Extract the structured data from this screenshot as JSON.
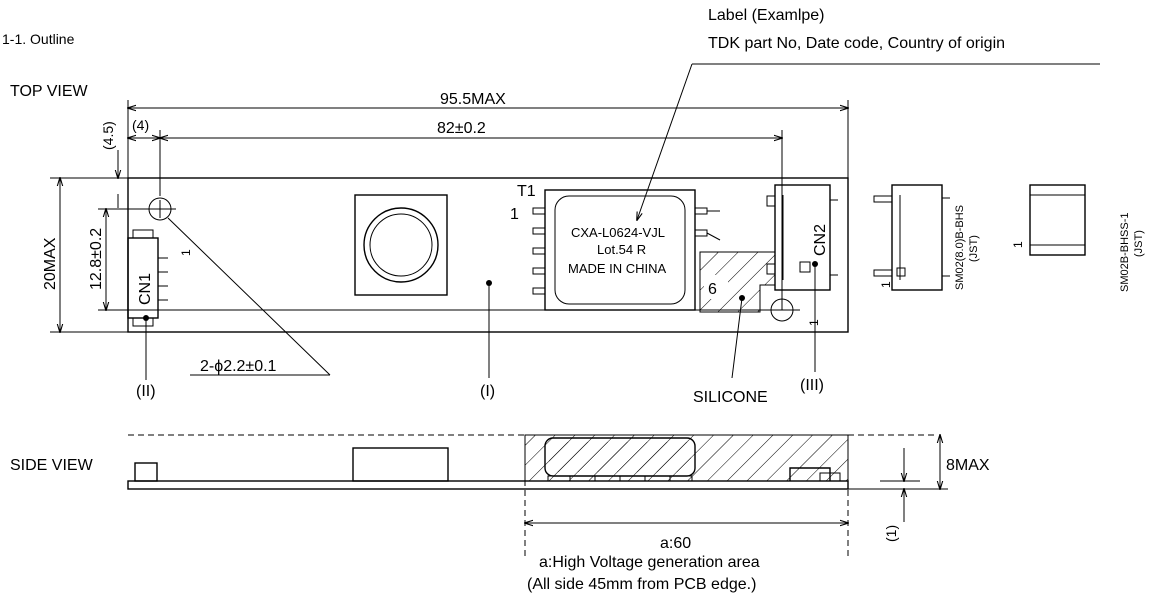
{
  "section_title": "1-1. Outline",
  "label_callout": {
    "line1": "Label (Examlpe)",
    "line2": "TDK part No, Date code, Country of origin"
  },
  "top_view": {
    "title": "TOP VIEW",
    "dim_overall": "95.5MAX",
    "dim_holes": "82±0.2",
    "dim_offset_x": "(4)",
    "dim_offset_y": "(4.5)",
    "dim_height": "20MAX",
    "dim_hole_spacing": "12.8±0.2",
    "hole_note": "2-ϕ2.2±0.1",
    "transformer_ref": "T1",
    "transformer_pin1": "1",
    "transformer_pin6": "6",
    "label_lines": [
      "CXA-L0624-VJL",
      "Lot.54 R",
      "MADE IN CHINA"
    ],
    "cn1_label": "CN1",
    "cn1_pin": "1",
    "cn2_label": "CN2",
    "cn2_pin": "1",
    "marker_1": "(I)",
    "marker_2": "(II)",
    "marker_3": "(III)",
    "silicone_label": "SILICONE"
  },
  "connectors": {
    "cn2_mating_part": "SM02(8.0)B-BHS",
    "cn2_maker": "(JST)",
    "cn2_mating_pin": "1",
    "cn1_mating_part": "SM02B-BHSS-1",
    "cn1_maker": "(JST)",
    "cn1_mating_pin": "1"
  },
  "side_view": {
    "title": "SIDE VIEW",
    "dim_height": "8MAX",
    "dim_pcb": "(1)",
    "dim_hv_area": "a:60",
    "hv_note_line1": "a:High Voltage generation area",
    "hv_note_line2": "(All side 45mm from PCB edge.)"
  }
}
